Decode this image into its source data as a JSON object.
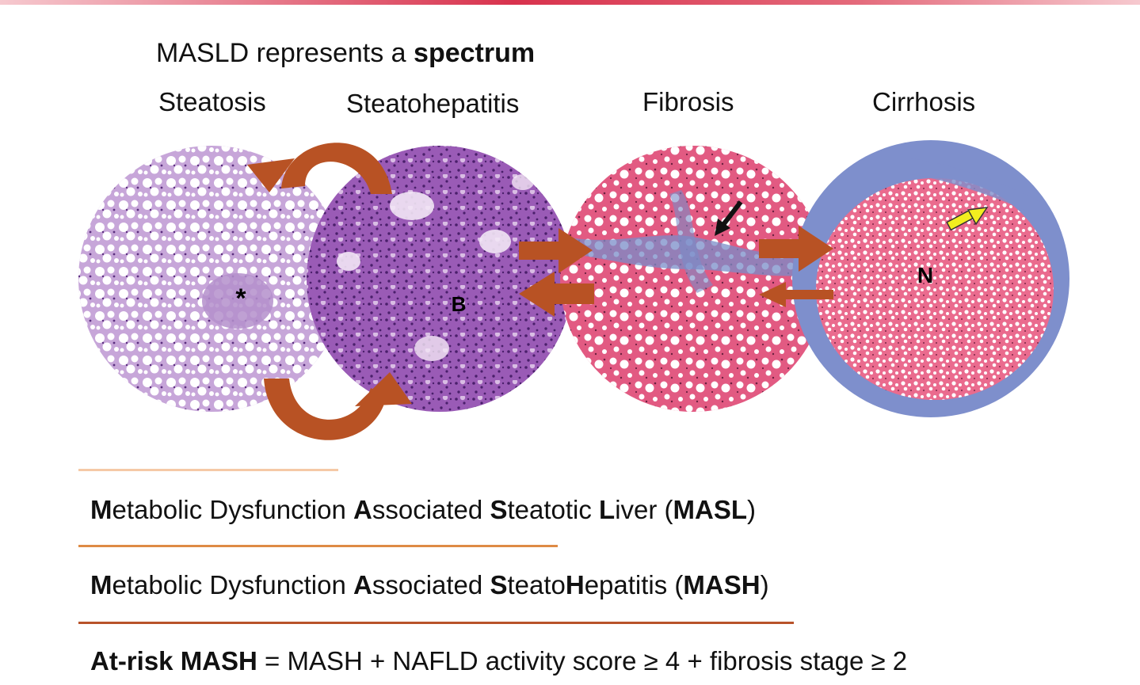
{
  "heading": {
    "prefix": "MASLD represents a ",
    "emphasis": "spectrum"
  },
  "stages": [
    {
      "label": "Steatosis",
      "marker": "*"
    },
    {
      "label": "Steatohepatitis",
      "marker": "B"
    },
    {
      "label": "Fibrosis",
      "marker": ""
    },
    {
      "label": "Cirrhosis",
      "marker": "N"
    }
  ],
  "colors": {
    "arrow": "#b85224",
    "masl_line": "#f5c9a6",
    "mash_line": "#de8a45",
    "atrisk_line": "#b8532a",
    "pointer_fibrosis": "#111111",
    "pointer_cirrhosis": "#f2ee1f"
  },
  "definitions": {
    "masl": [
      {
        "t": "M",
        "b": true
      },
      {
        "t": "etabolic Dysfunction ",
        "b": false
      },
      {
        "t": "A",
        "b": true
      },
      {
        "t": "ssociated ",
        "b": false
      },
      {
        "t": "S",
        "b": true
      },
      {
        "t": "teatotic ",
        "b": false
      },
      {
        "t": "L",
        "b": true
      },
      {
        "t": "iver (",
        "b": false
      },
      {
        "t": "MASL",
        "b": true
      },
      {
        "t": ")",
        "b": false
      }
    ],
    "mash": [
      {
        "t": "M",
        "b": true
      },
      {
        "t": "etabolic Dysfunction ",
        "b": false
      },
      {
        "t": "A",
        "b": true
      },
      {
        "t": "ssociated ",
        "b": false
      },
      {
        "t": "S",
        "b": true
      },
      {
        "t": "teato",
        "b": false
      },
      {
        "t": "H",
        "b": true
      },
      {
        "t": "epatitis (",
        "b": false
      },
      {
        "t": "MASH",
        "b": true
      },
      {
        "t": ")",
        "b": false
      }
    ],
    "atrisk": [
      {
        "t": "At-risk MASH",
        "b": true
      },
      {
        "t": " = MASH + NAFLD activity score ≥ 4 + fibrosis stage ≥ 2",
        "b": false
      }
    ]
  }
}
